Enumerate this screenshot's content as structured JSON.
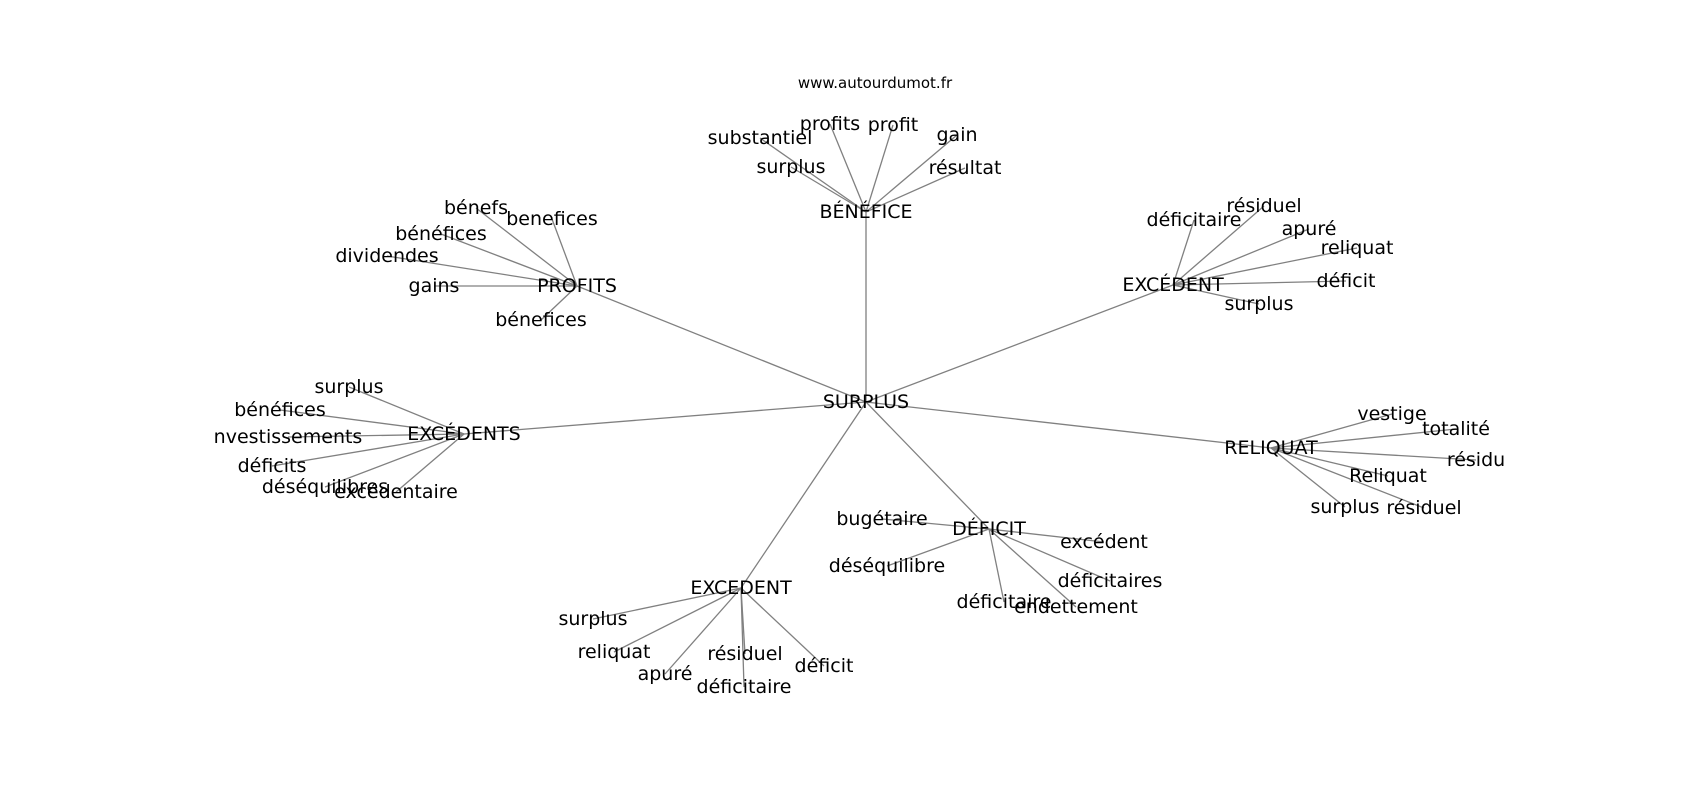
{
  "site": "www.autourdumot.fr",
  "center": "SURPLUS",
  "groups": [
    {
      "hub": "BÉNÉFICE",
      "words": [
        "substantiel",
        "profits",
        "profit",
        "gain",
        "surplus",
        "résultat"
      ]
    },
    {
      "hub": "PROFITS",
      "words": [
        "bénefs",
        "benefices",
        "bénéfices",
        "dividendes",
        "gains",
        "bénefices"
      ]
    },
    {
      "hub": "EXCÉDENT",
      "words": [
        "déficitaire",
        "résiduel",
        "apuré",
        "reliquat",
        "déficit",
        "surplus"
      ]
    },
    {
      "hub": "EXCÉDENTS",
      "words": [
        "surplus",
        "bénéfices",
        "nvestissements",
        "déficits",
        "déséquilibres",
        "excédentaire"
      ]
    },
    {
      "hub": "RELIQUAT",
      "words": [
        "vestige",
        "totalité",
        "résidu",
        "Reliquat",
        "surplus",
        "résiduel"
      ]
    },
    {
      "hub": "DÉFICIT",
      "words": [
        "bugétaire",
        "excédent",
        "déséquilibre",
        "déficitaires",
        "déficitaire",
        "endettement"
      ]
    },
    {
      "hub": "EXCEDENT",
      "words": [
        "surplus",
        "reliquat",
        "résiduel",
        "déficit",
        "apuré",
        "déficitaire"
      ]
    }
  ]
}
